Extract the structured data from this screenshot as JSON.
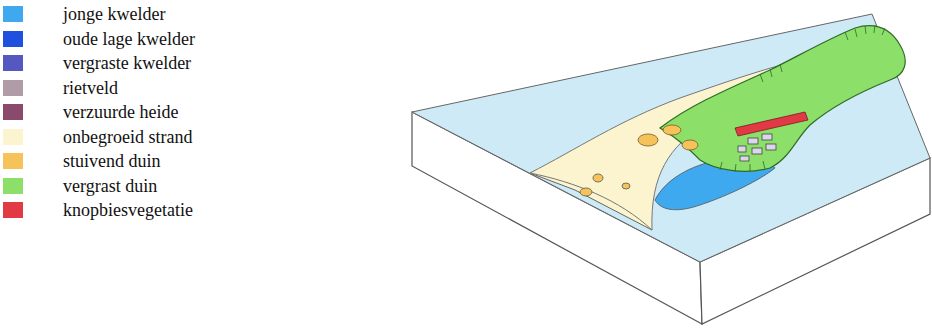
{
  "diagram": {
    "legend": [
      {
        "text": "jonge kwelder",
        "color": "#3fa9f0"
      },
      {
        "text": "oude lage kwelder",
        "color": "#2050e0"
      },
      {
        "text": "vergraste kwelder",
        "color": "#5558c0"
      },
      {
        "text": "rietveld",
        "color": "#b09ca6"
      },
      {
        "text": "verzuurde heide",
        "color": "#8a4a6c"
      },
      {
        "text": "onbegroeid strand",
        "color": "#fbf4cf"
      },
      {
        "text": "stuivend duin",
        "color": "#f6c25a"
      },
      {
        "text": "vergrast duin",
        "color": "#8ce06a"
      },
      {
        "text": "knopbiesvegetatie",
        "color": "#e23a44"
      }
    ]
  }
}
